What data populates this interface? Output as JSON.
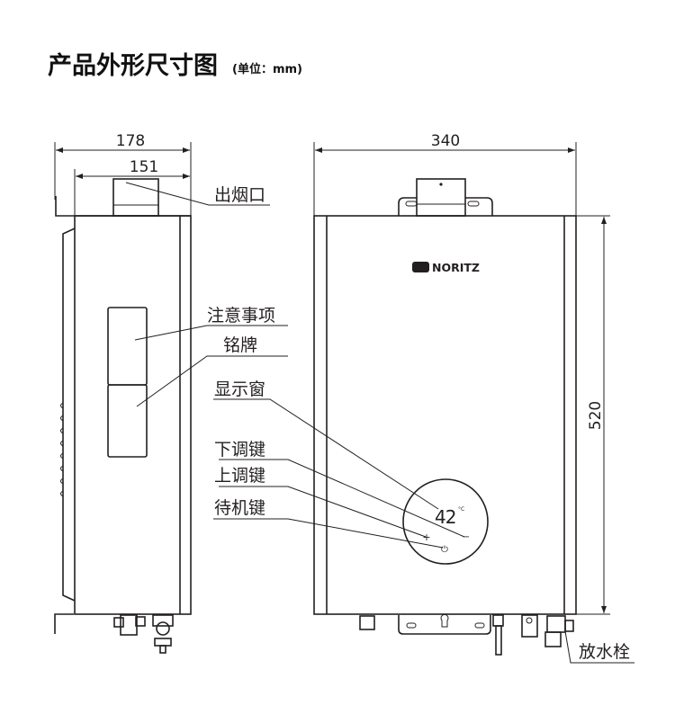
{
  "title": "产品外形尺寸图",
  "unit_note": "(单位：mm)",
  "dimensions": {
    "side_depth": "178",
    "side_body_depth": "151",
    "front_width": "340",
    "height": "520"
  },
  "labels": {
    "flue_outlet": "出烟口",
    "caution": "注意事项",
    "nameplate": "铭牌",
    "display_window": "显示窗",
    "down_key": "下调键",
    "up_key": "上调键",
    "standby_key": "待机键",
    "drain_plug": "放水栓"
  },
  "brand": "NORITZ",
  "display": {
    "temperature": "42",
    "unit": "°C",
    "plus": "+",
    "minus": "−",
    "power": "⏻"
  },
  "colors": {
    "line": "#231f20",
    "background": "#ffffff"
  }
}
